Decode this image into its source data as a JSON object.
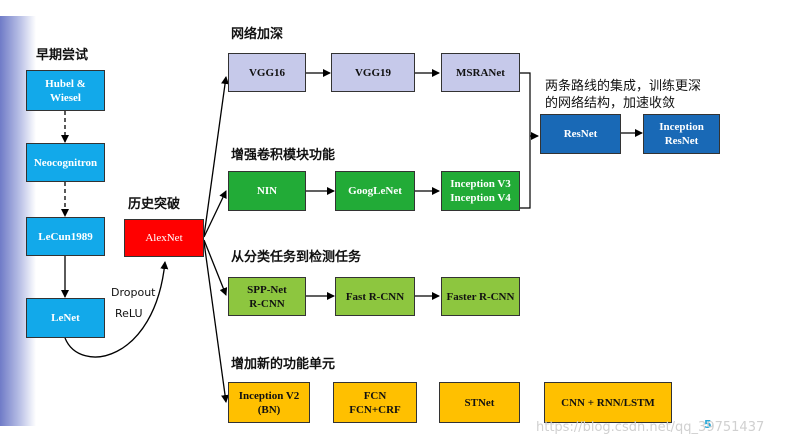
{
  "nodes": {
    "hubel": "Hubel &\nWiesel",
    "neocognitron": "Neocognitron",
    "lecun1989": "LeCun1989",
    "lenet": "LeNet",
    "alexnet": "AlexNet",
    "vgg16": "VGG16",
    "vgg19": "VGG19",
    "msranet": "MSRANet",
    "resnet": "ResNet",
    "inception_resnet": "Inception\nResNet",
    "nin": "NIN",
    "googlenet": "GoogLeNet",
    "inception_v3v4": "Inception V3\nInception V4",
    "spp_net": "SPP-Net\nR-CNN",
    "fast_rcnn": "Fast R-CNN",
    "faster_rcnn": "Faster R-CNN",
    "inception_v2": "Inception V2\n(BN)",
    "fcn": "FCN\nFCN+CRF",
    "stnet": "STNet",
    "cnn_rnn": "CNN + RNN/LSTM"
  },
  "labels": {
    "early": "早期尝试",
    "breakthrough": "历史突破",
    "deeper": "网络加深",
    "conv_module": "增强卷积模块功能",
    "detection": "从分类任务到检测任务",
    "new_units": "增加新的功能单元",
    "merge_note": "两条路线的集成，训练更深\n的网络结构，加速收敛",
    "dropout": "Dropout",
    "relu": "ReLU"
  },
  "watermark": "https://blog.csdn.net/qq_39751437",
  "page_number": "5"
}
